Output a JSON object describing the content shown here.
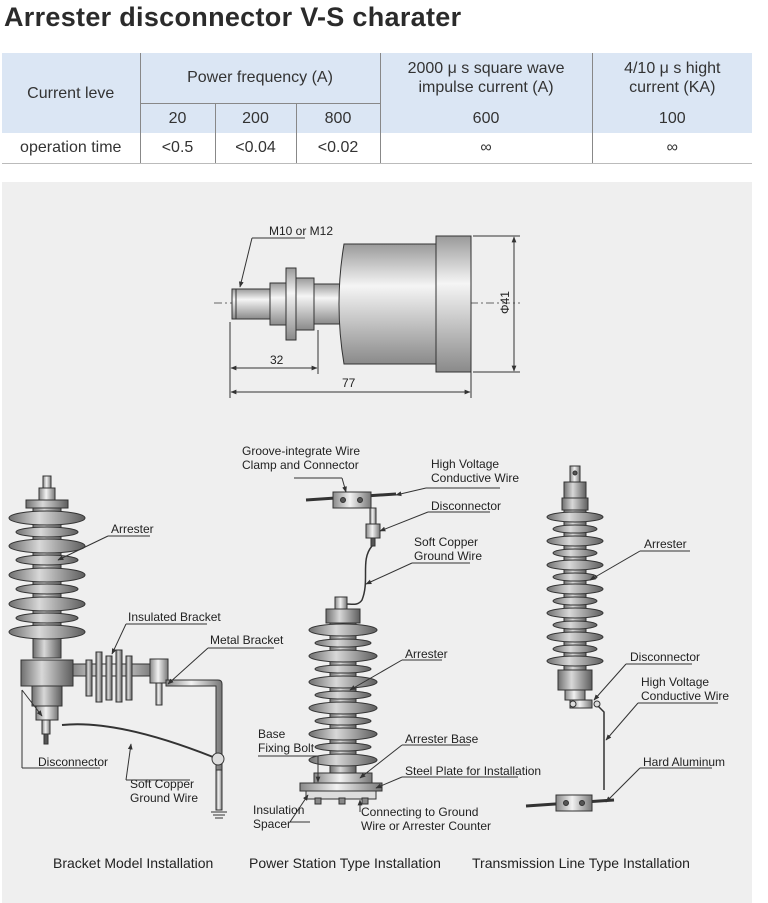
{
  "title": "Arrester disconnector V-S charater",
  "table": {
    "row_label": "Current leve",
    "power_frequency": "Power frequency (A)",
    "square_wave_line1": "2000 μ s square wave",
    "square_wave_line2": "impulse current (A)",
    "hight_current_line1": "4/10 μ s hight",
    "hight_current_line2": "current (KA)",
    "sub": [
      "20",
      "200",
      "800"
    ],
    "square_value": "600",
    "hight_value": "100",
    "op_label": "operation time",
    "op_values": [
      "<0.5",
      "<0.04",
      "<0.02",
      "∞",
      "∞"
    ]
  },
  "diagram": {
    "top": {
      "thread": "M10 or M12",
      "dim_32": "32",
      "dim_77": "77",
      "dia": "Φ41"
    },
    "bracket": {
      "arrester": "Arrester",
      "insulated_bracket": "Insulated Bracket",
      "metal_bracket": "Metal Bracket",
      "disconnector": "Disconnector",
      "ground_wire": [
        "Soft Copper",
        "Ground Wire"
      ],
      "caption": "Bracket Model Installation"
    },
    "station": {
      "groove": [
        "Groove-integrate Wire",
        "Clamp and Connector"
      ],
      "hv_wire": [
        "High Voltage",
        "Conductive Wire"
      ],
      "disconnector": "Disconnector",
      "ground_wire": [
        "Soft Copper",
        "Ground Wire"
      ],
      "arrester": "Arrester",
      "base_bolt": [
        "Base",
        "Fixing Bolt"
      ],
      "arrester_base": "Arrester Base",
      "steel_plate": "Steel Plate for Installation",
      "spacer": [
        "Insulation",
        "Spacer"
      ],
      "connecting": [
        "Connecting to Ground",
        "Wire or Arrester Counter"
      ],
      "caption": "Power Station Type Installation"
    },
    "line": {
      "arrester": "Arrester",
      "disconnector": "Disconnector",
      "hv_wire": [
        "High Voltage",
        "Conductive Wire"
      ],
      "hard_aluminum": "Hard Aluminum",
      "caption": "Transmission Line Type Installation"
    }
  }
}
